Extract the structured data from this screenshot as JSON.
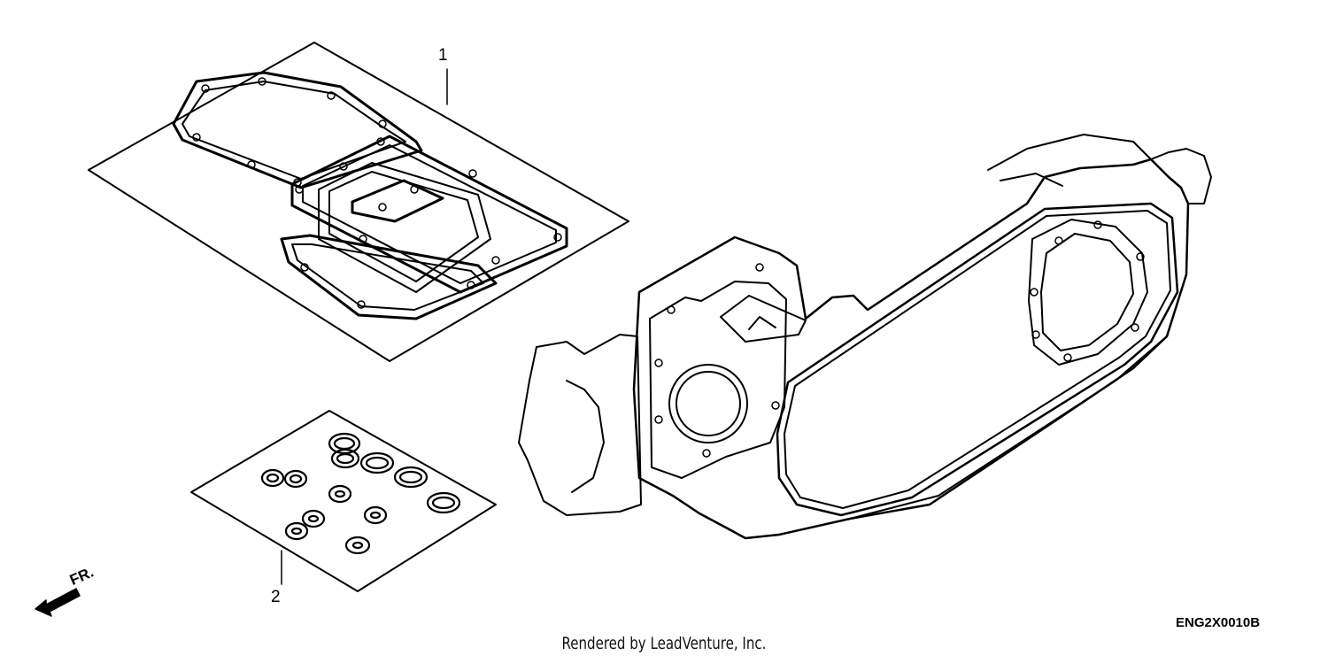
{
  "callouts": {
    "part1": "1",
    "part2": "2"
  },
  "front_label": "FR.",
  "diagram_code": "ENG2X0010B",
  "footer": "Rendered by LeadVenture, Inc.",
  "colors": {
    "line": "#000000",
    "background": "#ffffff"
  },
  "icons": [
    "front-arrow-icon"
  ]
}
